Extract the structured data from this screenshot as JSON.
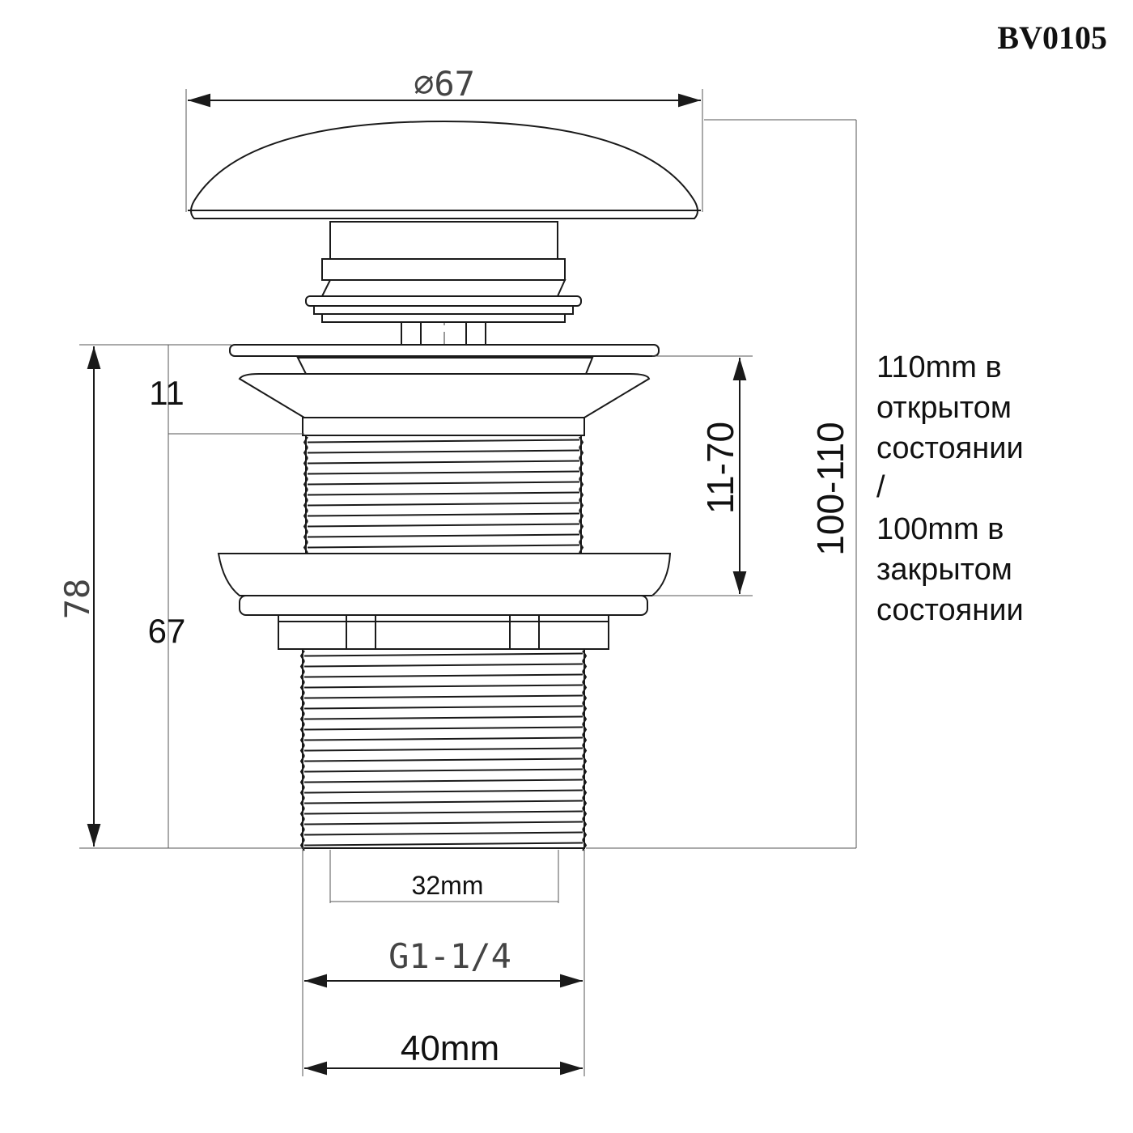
{
  "model": "BV0105",
  "dimensions": {
    "cap_diameter": "⌀67",
    "total_height": "100-110",
    "flange_gap": "11",
    "lower_length": "67",
    "overall_body": "78",
    "adjust_range": "11-70",
    "inner_diameter": "32mm",
    "thread": "G1-1/4",
    "outer_diameter": "40mm"
  },
  "note": {
    "lines": [
      "110mm в",
      "открытом",
      "состоянии",
      "/",
      "100mm в",
      "закрытом",
      "состоянии"
    ]
  },
  "colors": {
    "line": "#1a1a1a",
    "text": "#111111",
    "dim_text_gray": "#444444"
  }
}
